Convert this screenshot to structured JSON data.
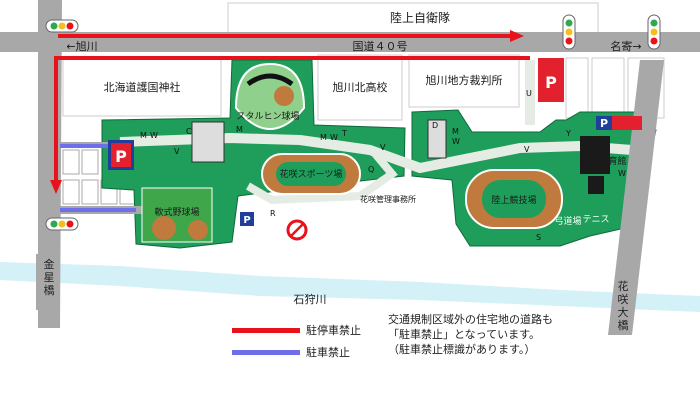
{
  "labels": {
    "jsdf": "陸上自衛隊",
    "shrine": "北海道護国神社",
    "north_high": "旭川北高校",
    "court": "旭川地方裁判所",
    "stadium_name": "スタルヒン球場",
    "speed_rink": "花咲スポーツ場",
    "baseball_ground": "軟式野球場",
    "athletics_field": "陸上競技場",
    "gymnasium": "総合体育館",
    "archery": "弓道場",
    "tennis": "テニス",
    "pool_office": "花咲管理事務所",
    "river": "石狩川",
    "national_road": "国道４０号",
    "to_asahikawa": "←旭川",
    "to_nayoro": "名寄→",
    "kinsei_bridge": "金星橋",
    "hanasaki_bridge": "花咲大橋",
    "parking": "P"
  },
  "facility_letters": [
    "M",
    "W",
    "T",
    "C",
    "V",
    "U",
    "Y",
    "D",
    "Q",
    "R",
    "S"
  ],
  "legend": {
    "red_label": "駐停車禁止",
    "blue_label": "駐車禁止",
    "red_color": "#e8121c",
    "blue_color": "#6f6fea"
  },
  "note": {
    "line1": "交通規制区域外の住宅地の道路も",
    "line2": "「駐車禁止」となっています。",
    "line3": "（駐車禁止標識があります。）"
  },
  "colors": {
    "park_green": "#1e9e5a",
    "road_gray": "#a8a8a8",
    "path_light": "#e4ece4",
    "river_blue": "#d3f1f7",
    "parking_red": "#e2202e",
    "parking_blue": "#1f3f9a",
    "track_brown": "#c07a3d"
  }
}
